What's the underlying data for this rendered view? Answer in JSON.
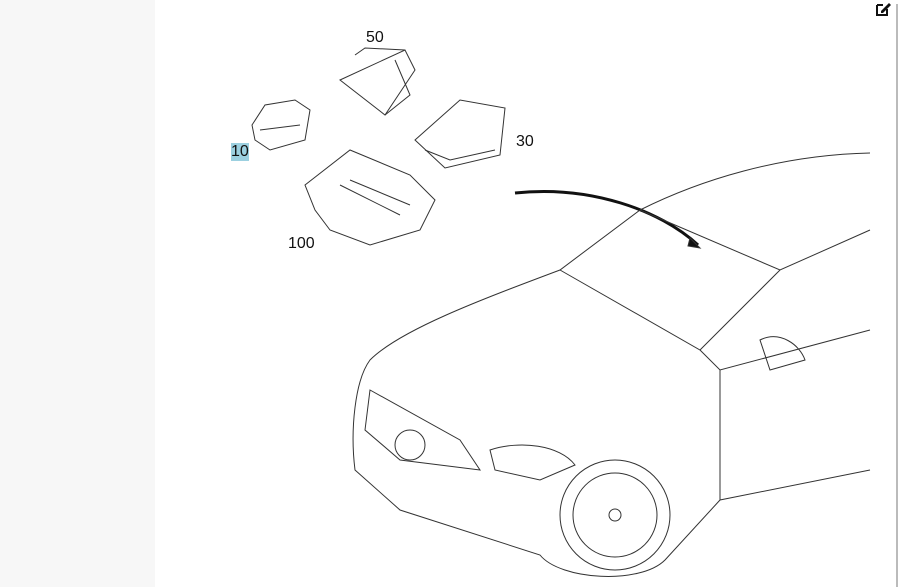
{
  "diagram": {
    "callouts": [
      {
        "label": "50"
      },
      {
        "label": "10",
        "highlighted": true
      },
      {
        "label": "30"
      },
      {
        "label": "100"
      }
    ]
  },
  "toolbar": {
    "edit_icon": "edit-icon"
  }
}
